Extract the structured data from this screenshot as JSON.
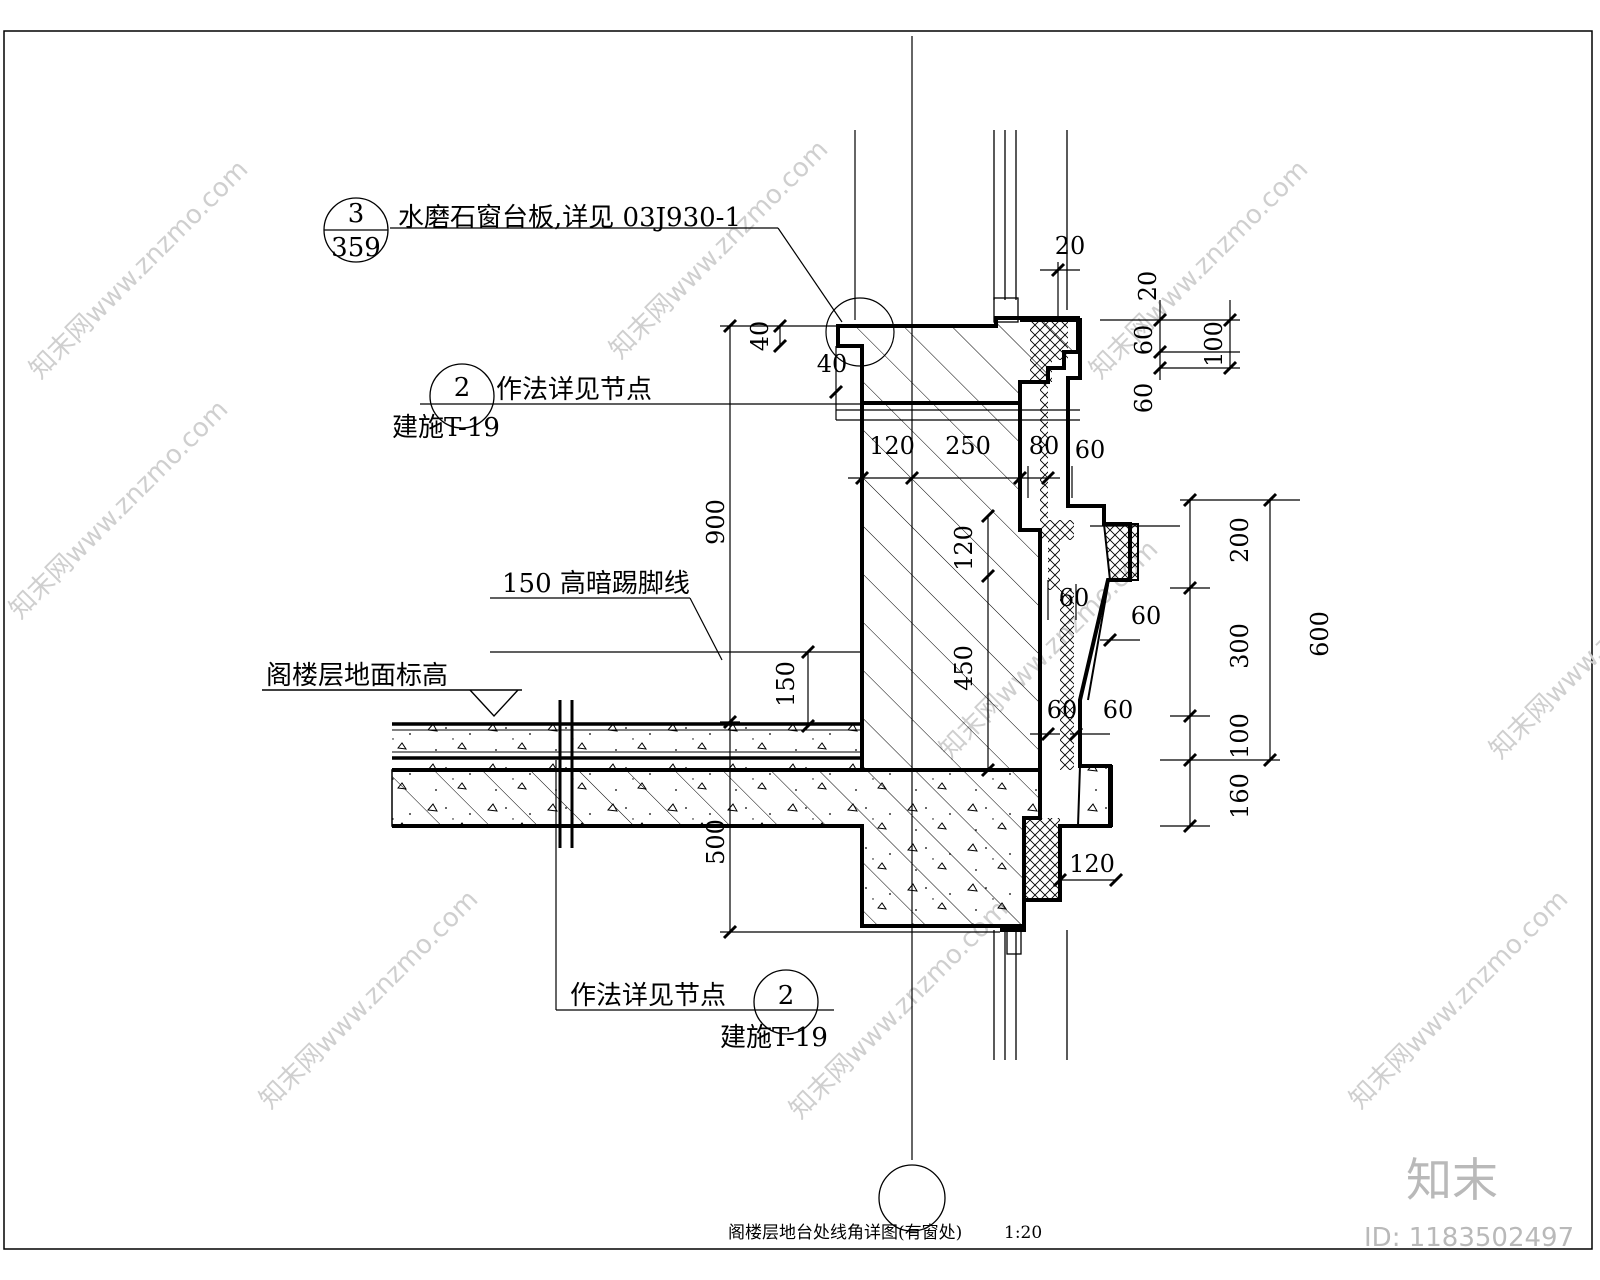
{
  "annotations": {
    "sill_ref_top": "3",
    "sill_ref_bottom": "359",
    "sill_text": "水磨石窗台板,详见 03J930-1",
    "node_ref_num": "2",
    "node_text": "作法详见节点",
    "node_sheet": "建施T-19",
    "skirting_text": "150 高暗踢脚线",
    "floor_level_text": "阁楼层地面标高",
    "node2_text": "作法详见节点",
    "node2_num": "2",
    "node2_sheet": "建施T-19"
  },
  "dimensions": {
    "d20_top": "20",
    "d20_right": "20",
    "d40_a": "40",
    "d40_b": "40",
    "d60_a": "60",
    "d60_b": "60",
    "d100_a": "100",
    "d900": "900",
    "d120_a": "120",
    "d250": "250",
    "d80": "80",
    "d60_c": "60",
    "d200": "200",
    "d120_b": "120",
    "d60_d": "60",
    "d60_e": "60",
    "d300": "300",
    "d600": "600",
    "d450": "450",
    "d150": "150",
    "d60_f": "60",
    "d60_g": "60",
    "d100_b": "100",
    "d160": "160",
    "d500": "500",
    "d120_c": "120"
  },
  "title": {
    "caption": "阁楼层地台处线角详图(有窗处)",
    "scale": "1:20"
  },
  "watermark": {
    "text": "知末网www.znzmo.com",
    "brand": "知末",
    "id": "ID: 1183502497"
  }
}
